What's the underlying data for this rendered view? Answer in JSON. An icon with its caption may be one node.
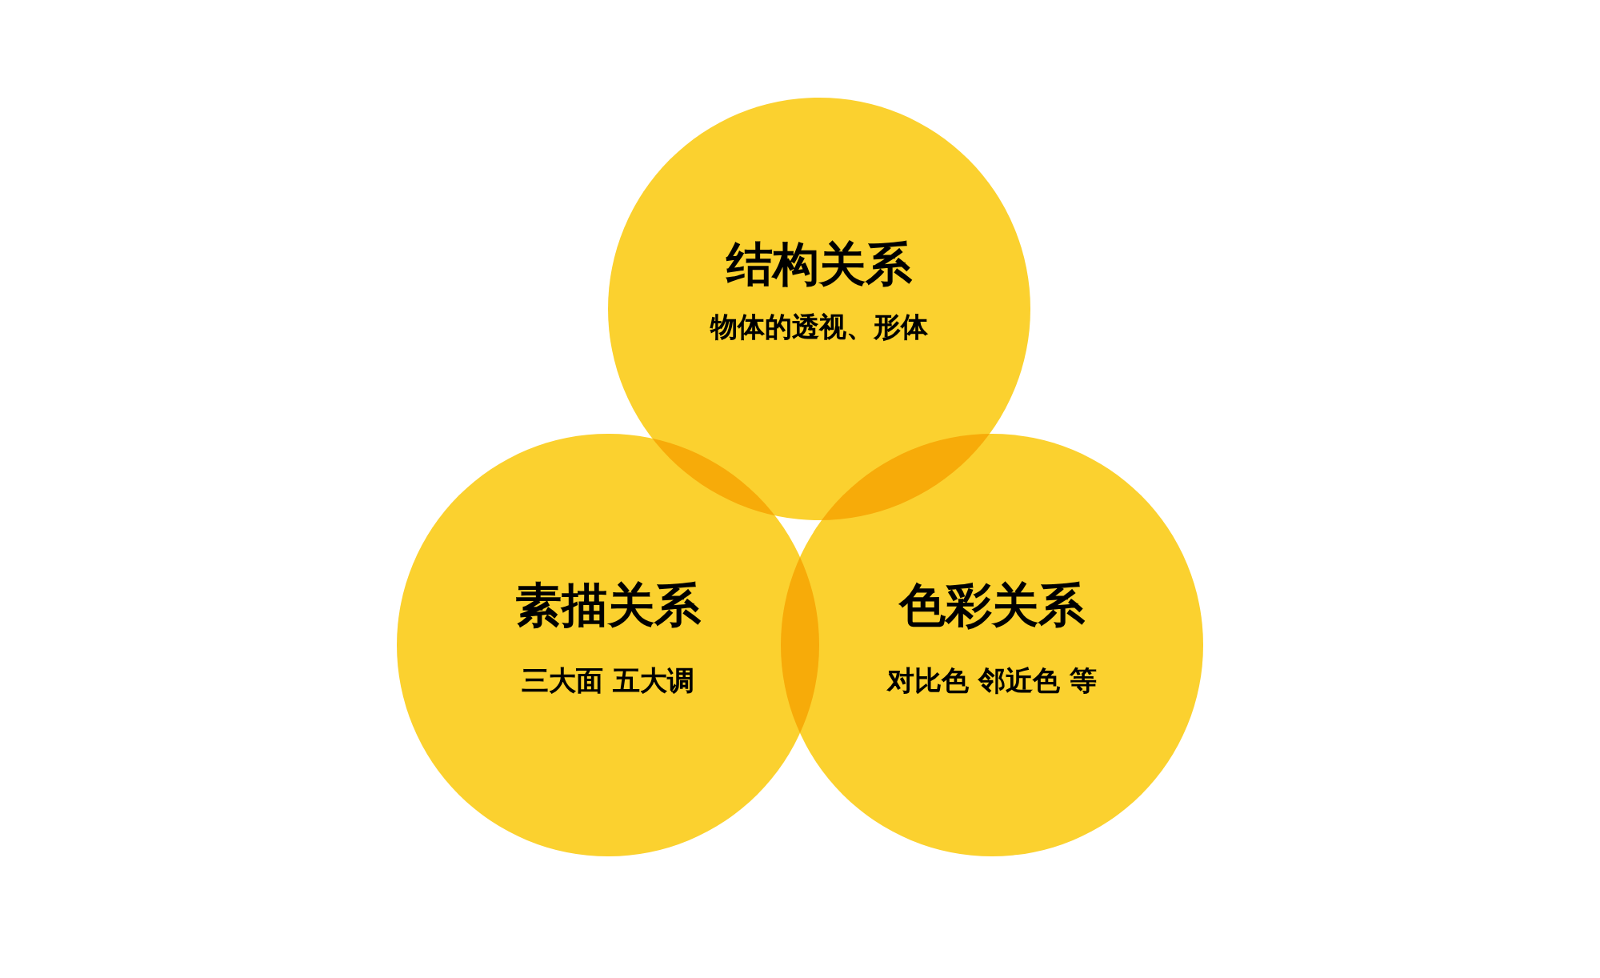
{
  "diagram": {
    "nodes": [
      {
        "text": [
          "结构关系",
          "物体的透视、形体"
        ]
      },
      {
        "text": [
          "素描关系",
          "三大面 五大调"
        ]
      },
      {
        "text": [
          "色彩关系",
          "对比色 邻近色 等"
        ]
      }
    ]
  }
}
